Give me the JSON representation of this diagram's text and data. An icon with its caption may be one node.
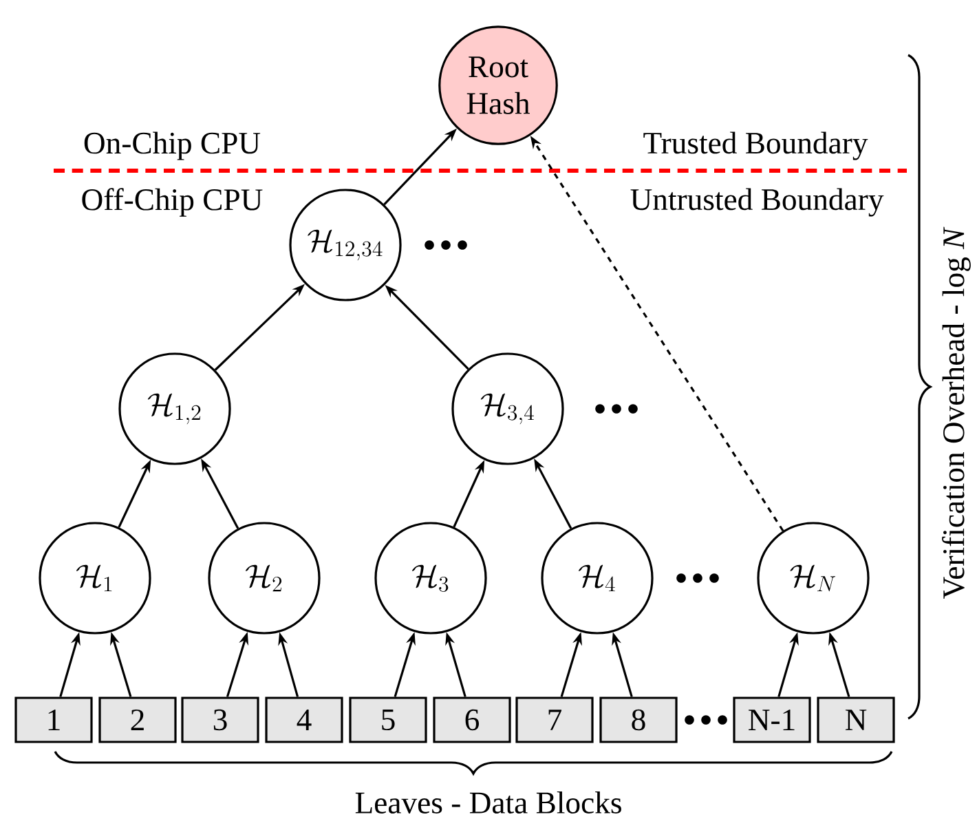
{
  "diagram": {
    "nodes": [
      {
        "text": [
          "Root Hash"
        ]
      },
      {
        "text": [
          "\\mathcal{H}_{12,34}"
        ]
      },
      {
        "text": [
          "\\mathcal{H}_{1,2}"
        ]
      },
      {
        "text": [
          "\\mathcal{H}_{3,4}"
        ]
      },
      {
        "text": [
          "\\mathcal{H}_{1}"
        ]
      },
      {
        "text": [
          "\\mathcal{H}_{2}"
        ]
      },
      {
        "text": [
          "\\mathcal{H}_{3}"
        ]
      },
      {
        "text": [
          "\\mathcal{H}_{4}"
        ]
      },
      {
        "text": [
          "\\mathcal{H}_{N}"
        ]
      },
      {
        "text": [
          "1"
        ]
      },
      {
        "text": [
          "2"
        ]
      },
      {
        "text": [
          "3"
        ]
      },
      {
        "text": [
          "4"
        ]
      },
      {
        "text": [
          "5"
        ]
      },
      {
        "text": [
          "6"
        ]
      },
      {
        "text": [
          "7"
        ]
      },
      {
        "text": [
          "8"
        ]
      },
      {
        "text": [
          "N-1"
        ]
      },
      {
        "text": [
          "N"
        ]
      }
    ],
    "edges": [
      {
        "from": 1,
        "to": 0,
        "arrow": "to"
      },
      {
        "from": 8,
        "to": 0,
        "arrow": "to",
        "style": "dashed"
      },
      {
        "from": 2,
        "to": 1,
        "arrow": "to"
      },
      {
        "from": 3,
        "to": 1,
        "arrow": "to"
      },
      {
        "from": 4,
        "to": 2,
        "arrow": "to"
      },
      {
        "from": 5,
        "to": 2,
        "arrow": "to"
      },
      {
        "from": 6,
        "to": 3,
        "arrow": "to"
      },
      {
        "from": 7,
        "to": 3,
        "arrow": "to"
      },
      {
        "from": 9,
        "to": 4,
        "arrow": "to"
      },
      {
        "from": 10,
        "to": 4,
        "arrow": "to"
      },
      {
        "from": 11,
        "to": 5,
        "arrow": "to"
      },
      {
        "from": 12,
        "to": 5,
        "arrow": "to"
      },
      {
        "from": 13,
        "to": 6,
        "arrow": "to"
      },
      {
        "from": 14,
        "to": 6,
        "arrow": "to"
      },
      {
        "from": 15,
        "to": 7,
        "arrow": "to"
      },
      {
        "from": 16,
        "to": 7,
        "arrow": "to"
      },
      {
        "from": 17,
        "to": 8,
        "arrow": "to"
      },
      {
        "from": 18,
        "to": 8,
        "arrow": "to"
      }
    ],
    "labels": [
      "On-Chip CPU",
      "Trusted Boundary",
      "Off-Chip CPU",
      "Untrusted Boundary",
      "Verification Overhead - log *N*",
      "Leaves - Data Blocks"
    ]
  }
}
